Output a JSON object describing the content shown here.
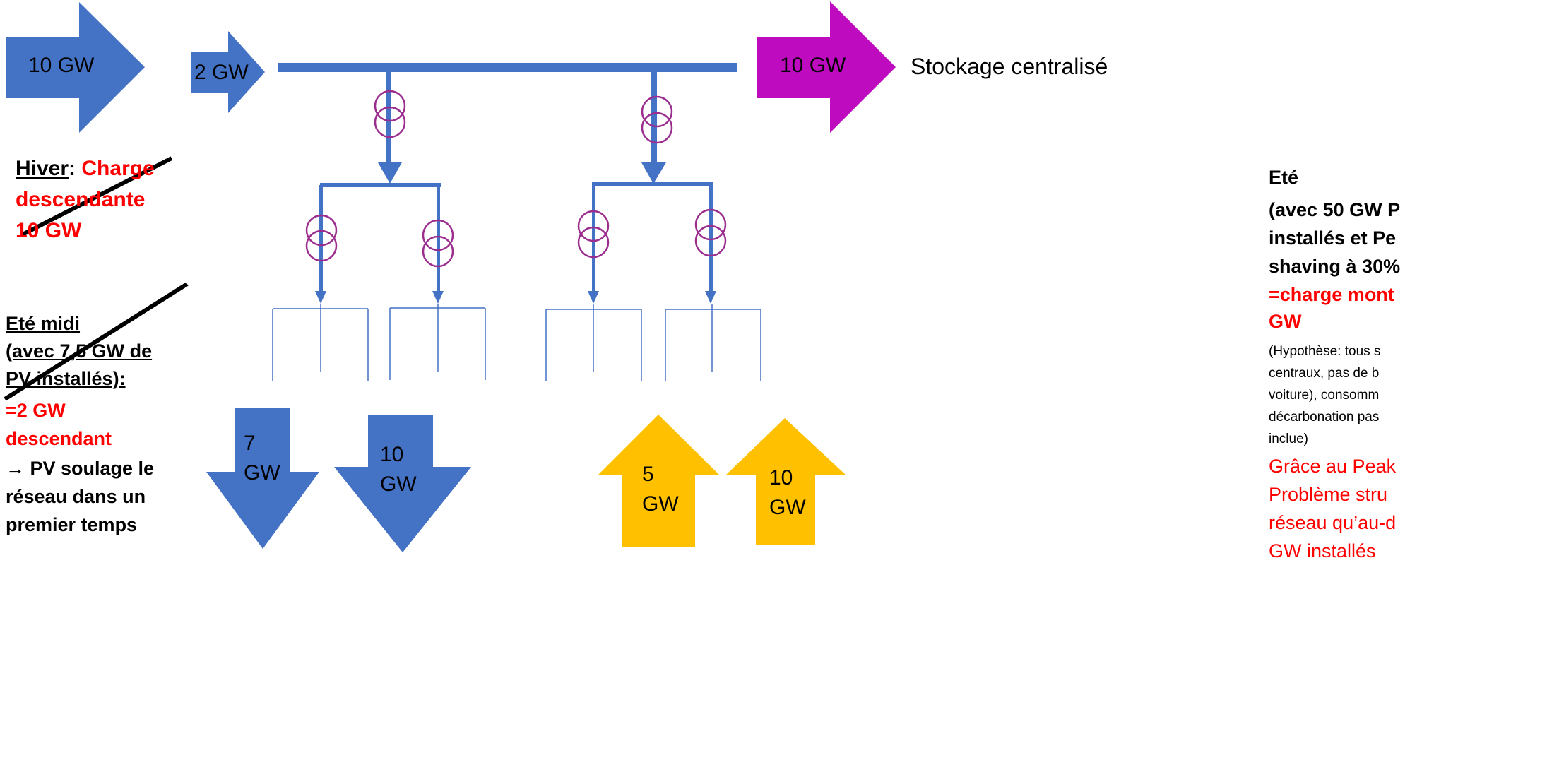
{
  "colors": {
    "blue": "#4472c4",
    "magenta": "#bf0bbf",
    "yellow": "#ffc000",
    "purple": "#9b2d8f",
    "red": "#ff0000"
  },
  "arrows": {
    "top_left_big": "10 GW",
    "top_left_small": "2 GW",
    "storage": "10 GW",
    "down_1": [
      "7",
      "GW"
    ],
    "down_2": [
      "10",
      "GW"
    ],
    "up_1": [
      "5",
      "GW"
    ],
    "up_2": [
      "10",
      "GW"
    ]
  },
  "storage_label": "Stockage centralisé",
  "hiver": {
    "title": "Hiver",
    "colon": ":",
    "text_1": "Charge",
    "text_2": "descendante",
    "text_3": "10 GW"
  },
  "ete_midi": {
    "line_1": "Eté midi",
    "line_2": "(avec 7,5 GW de",
    "line_3": "PV installés):",
    "line_4": "=2 GW",
    "line_5": "descendant",
    "line_6": "→ PV soulage le",
    "line_7": "réseau dans un",
    "line_8": "premier temps"
  },
  "ete": {
    "title": "Eté",
    "line_1": "(avec 50 GW P",
    "line_2": "installés et Pe",
    "line_3": "shaving à 30%",
    "line_4": "=charge mont",
    "line_5": "GW",
    "note_1": "(Hypothèse: tous s",
    "note_2": "centraux, pas de b",
    "note_3": "voiture), consomm",
    "note_4": "décarbonation pas",
    "note_5": "inclue)",
    "red_1": "Grâce au Peak",
    "red_2": "Problème stru",
    "red_3": "réseau qu’au-d",
    "red_4": "GW installés"
  }
}
